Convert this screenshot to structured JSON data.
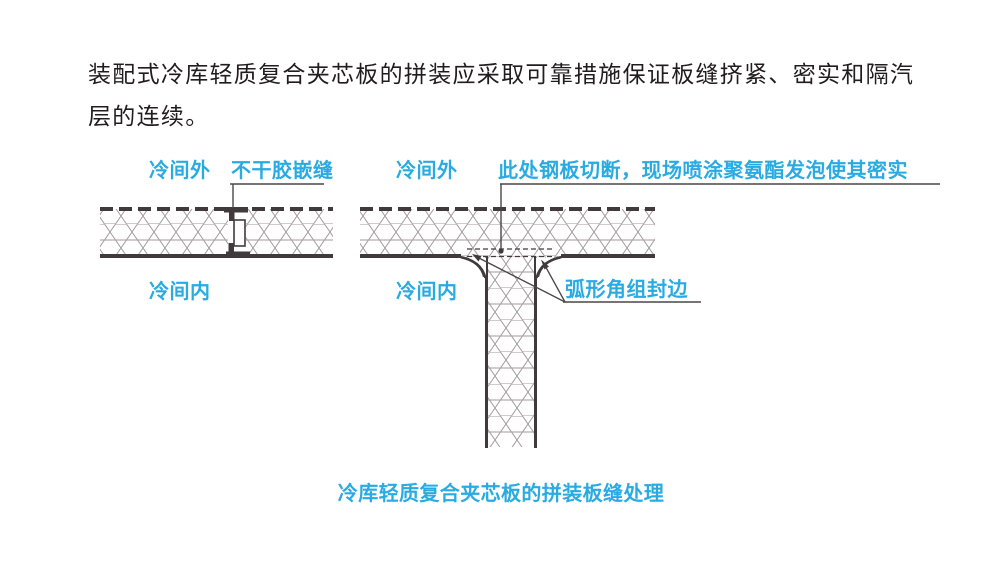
{
  "colors": {
    "accent": "#29abe2",
    "line": "#413a3c",
    "text": "#211c1d",
    "hatch": "#a29a9c"
  },
  "intro": {
    "line1": "装配式冷库轻质复合夹芯板的拼装应采取可靠措施保证板缝挤紧、密实和隔汽",
    "line2": "层的连续。"
  },
  "left_detail": {
    "outside_label": "冷间外",
    "seam_label": "不干胶嵌缝",
    "inside_label": "冷间内"
  },
  "right_detail": {
    "outside_label": "冷间外",
    "cut_note": "此处钢板切断，现场喷涂聚氨酯发泡使其密实",
    "inside_label": "冷间内",
    "corner_label": "弧形角组封边"
  },
  "caption": "冷库轻质复合夹芯板的拼装板缝处理"
}
